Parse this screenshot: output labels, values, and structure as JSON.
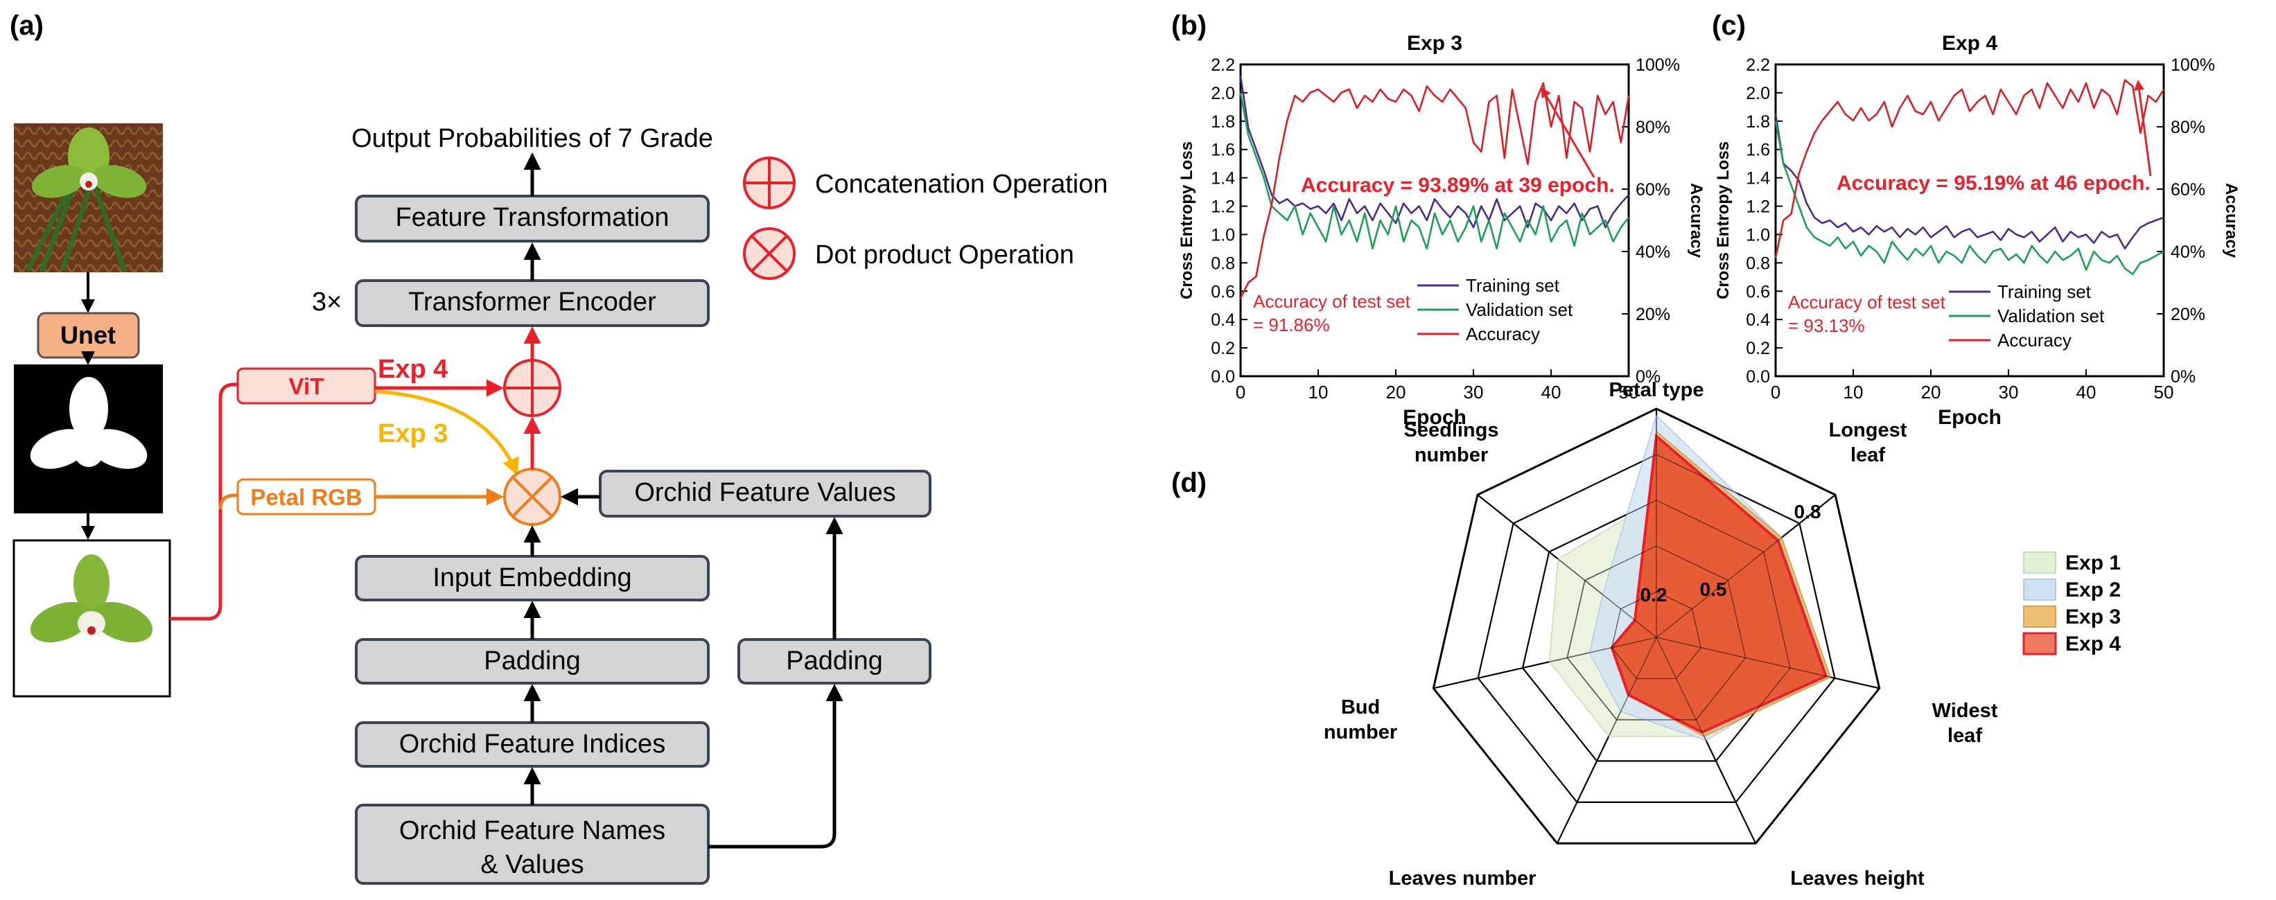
{
  "panel_a": {
    "label": "(a)",
    "unet": "Unet",
    "vit": "ViT",
    "petal_rgb": "Petal RGB",
    "exp4": "Exp 4",
    "exp3": "Exp 3",
    "output": "Output Probabilities of 7 Grade",
    "feature_transformation": "Feature Transformation",
    "repeat": "3×",
    "transformer_encoder": "Transformer Encoder",
    "orchid_feature_values": "Orchid Feature Values",
    "input_embedding": "Input Embedding",
    "padding_left": "Padding",
    "padding_right": "Padding",
    "orchid_feature_indices": "Orchid Feature Indices",
    "names_values_line1": "Orchid Feature Names",
    "names_values_line2": "& Values",
    "concat_legend": "Concatenation Operation",
    "dot_legend": "Dot product Operation",
    "colors": {
      "exp4": "#e8212b",
      "exp3": "#f7b500",
      "petal_rgb": "#f07d1a",
      "box": "#d4d4d6",
      "unet": "#f6b085"
    }
  },
  "chart_data": [
    {
      "panel": "(b)",
      "type": "line",
      "title": "Exp 3",
      "xlabel": "Epoch",
      "ylabel": "Cross Entropy Loss",
      "y2label": "Accuracy",
      "xlim": [
        0,
        50
      ],
      "ylim": [
        0,
        2.2
      ],
      "y2lim": [
        0,
        100
      ],
      "xticks": [
        "0",
        "10",
        "20",
        "30",
        "40",
        "50"
      ],
      "yticks": [
        "0.0",
        "0.2",
        "0.4",
        "0.6",
        "0.8",
        "1.0",
        "1.2",
        "1.4",
        "1.6",
        "1.8",
        "2.0",
        "2.2"
      ],
      "y2ticks": [
        "0%",
        "20%",
        "40%",
        "60%",
        "80%",
        "100%"
      ],
      "annotation": "Accuracy = 93.89% at 39 epoch.",
      "test_note_1": "Accuracy of test set",
      "test_note_2": "= 91.86%",
      "legend": [
        "Training set",
        "Validation set",
        "Accuracy"
      ],
      "colors": {
        "train": "#4b2c8c",
        "val": "#1f9e58",
        "acc": "#d62027"
      },
      "series": [
        {
          "name": "Training set",
          "axis": "left",
          "values": [
            2.12,
            1.75,
            1.6,
            1.45,
            1.28,
            1.22,
            1.25,
            1.2,
            1.22,
            1.18,
            1.2,
            1.15,
            1.22,
            1.1,
            1.25,
            1.15,
            1.2,
            1.1,
            1.22,
            1.15,
            1.08,
            1.22,
            1.15,
            1.2,
            1.1,
            1.25,
            1.18,
            1.12,
            1.2,
            1.15,
            1.05,
            1.2,
            1.1,
            1.25,
            1.1,
            1.15,
            1.2,
            1.05,
            1.22,
            1.18,
            1.1,
            1.2,
            1.15,
            1.22,
            1.1,
            1.18,
            1.2,
            1.05,
            1.15,
            1.22,
            1.28
          ]
        },
        {
          "name": "Validation set",
          "axis": "left",
          "values": [
            2.0,
            1.7,
            1.55,
            1.4,
            1.2,
            1.15,
            1.1,
            1.2,
            1.0,
            1.15,
            1.05,
            0.95,
            1.2,
            1.0,
            1.1,
            0.95,
            1.15,
            0.9,
            1.1,
            1.0,
            1.2,
            0.95,
            1.1,
            1.05,
            0.9,
            1.15,
            1.0,
            1.1,
            0.95,
            1.05,
            1.2,
            0.95,
            1.1,
            0.9,
            1.15,
            1.05,
            0.95,
            1.1,
            1.0,
            1.2,
            0.95,
            1.05,
            1.1,
            0.92,
            1.15,
            1.0,
            1.05,
            1.1,
            0.95,
            1.05,
            1.12
          ]
        },
        {
          "name": "Accuracy",
          "axis": "right",
          "values": [
            25,
            30,
            32,
            45,
            55,
            70,
            82,
            90,
            88,
            91,
            92,
            90,
            88,
            91,
            92,
            86,
            90,
            88,
            92,
            89,
            88,
            92,
            90,
            85,
            93,
            90,
            88,
            92,
            89,
            86,
            75,
            72,
            88,
            90,
            70,
            92,
            80,
            68,
            88,
            94,
            80,
            90,
            70,
            88,
            86,
            72,
            90,
            84,
            88,
            75,
            90
          ]
        }
      ]
    },
    {
      "panel": "(c)",
      "type": "line",
      "title": "Exp 4",
      "xlabel": "Epoch",
      "ylabel": "Cross Entropy Loss",
      "y2label": "Accuracy",
      "xlim": [
        0,
        50
      ],
      "ylim": [
        0,
        2.2
      ],
      "y2lim": [
        0,
        100
      ],
      "xticks": [
        "0",
        "10",
        "20",
        "30",
        "40",
        "50"
      ],
      "yticks": [
        "0.0",
        "0.2",
        "0.4",
        "0.6",
        "0.8",
        "1.0",
        "1.2",
        "1.4",
        "1.6",
        "1.8",
        "2.0",
        "2.2"
      ],
      "y2ticks": [
        "0%",
        "20%",
        "40%",
        "60%",
        "80%",
        "100%"
      ],
      "annotation": "Accuracy = 95.19% at 46 epoch.",
      "test_note_1": "Accuracy of test set",
      "test_note_2": "= 93.13%",
      "legend": [
        "Training set",
        "Validation set",
        "Accuracy"
      ],
      "colors": {
        "train": "#4b2c8c",
        "val": "#1f9e58",
        "acc": "#d62027"
      },
      "series": [
        {
          "name": "Training set",
          "axis": "left",
          "values": [
            1.85,
            1.5,
            1.45,
            1.38,
            1.22,
            1.12,
            1.08,
            1.1,
            1.05,
            1.08,
            1.02,
            1.05,
            1.0,
            1.06,
            1.02,
            1.05,
            0.98,
            1.04,
            1.0,
            1.05,
            0.98,
            1.02,
            1.06,
            0.98,
            1.02,
            1.04,
            0.98,
            1.0,
            1.02,
            0.96,
            1.04,
            1.0,
            0.98,
            1.02,
            0.95,
            1.0,
            1.05,
            0.95,
            1.02,
            0.98,
            1.0,
            0.94,
            1.02,
            0.98,
            1.0,
            0.9,
            0.98,
            1.05,
            1.08,
            1.1,
            1.12
          ]
        },
        {
          "name": "Validation set",
          "axis": "left",
          "values": [
            1.8,
            1.5,
            1.35,
            1.2,
            1.05,
            0.98,
            0.95,
            0.92,
            0.98,
            0.9,
            0.95,
            0.85,
            0.92,
            0.88,
            0.8,
            0.95,
            0.88,
            0.82,
            0.9,
            0.85,
            0.92,
            0.8,
            0.88,
            0.85,
            0.8,
            0.92,
            0.85,
            0.8,
            0.88,
            0.9,
            0.82,
            0.86,
            0.8,
            0.92,
            0.85,
            0.8,
            0.88,
            0.82,
            0.85,
            0.9,
            0.75,
            0.88,
            0.82,
            0.8,
            0.85,
            0.76,
            0.72,
            0.8,
            0.82,
            0.85,
            0.88
          ]
        },
        {
          "name": "Accuracy",
          "axis": "right",
          "values": [
            38,
            50,
            52,
            65,
            72,
            78,
            82,
            85,
            88,
            84,
            82,
            86,
            82,
            84,
            88,
            80,
            86,
            90,
            85,
            84,
            88,
            82,
            86,
            90,
            92,
            85,
            88,
            90,
            84,
            92,
            88,
            84,
            90,
            92,
            86,
            94,
            90,
            86,
            92,
            88,
            94,
            86,
            92,
            90,
            84,
            95,
            93,
            78,
            90,
            88,
            92
          ]
        }
      ]
    },
    {
      "panel": "(d)",
      "type": "radar",
      "axes": [
        "Petal type",
        "Longest leaf",
        "Widest leaf",
        "Leaves height",
        "Leaves number",
        "Bud number",
        "Seedlings number"
      ],
      "axis_label_lines": [
        [
          "Petal type"
        ],
        [
          "Longest",
          "leaf"
        ],
        [
          "Widest",
          "leaf"
        ],
        [
          "Leaves height"
        ],
        [
          "Leaves number"
        ],
        [
          "Bud",
          "number"
        ],
        [
          "Seedlings",
          "number"
        ]
      ],
      "rlim": [
        0,
        1.0
      ],
      "ring_labels": [
        {
          "value": 0.2,
          "text": "0.2"
        },
        {
          "value": 0.5,
          "text": "0.5"
        },
        {
          "value": 0.8,
          "text": "0.8"
        }
      ],
      "legend": [
        "Exp 1",
        "Exp 2",
        "Exp 3",
        "Exp 4"
      ],
      "colors": {
        "Exp 1": "#e4f0d6",
        "Exp 2": "#cfe0f3",
        "Exp 3": "#edbf77",
        "Exp 4": "#e54a2a"
      },
      "series": [
        {
          "name": "Exp 1",
          "values": [
            0.6,
            0.5,
            0.66,
            0.48,
            0.48,
            0.48,
            0.55
          ]
        },
        {
          "name": "Exp 2",
          "values": [
            0.97,
            0.7,
            0.72,
            0.5,
            0.36,
            0.3,
            0.3
          ]
        },
        {
          "name": "Exp 3",
          "values": [
            0.9,
            0.7,
            0.78,
            0.48,
            0.28,
            0.2,
            0.12
          ]
        },
        {
          "name": "Exp 4",
          "values": [
            0.88,
            0.68,
            0.76,
            0.46,
            0.28,
            0.2,
            0.12
          ]
        }
      ]
    }
  ]
}
